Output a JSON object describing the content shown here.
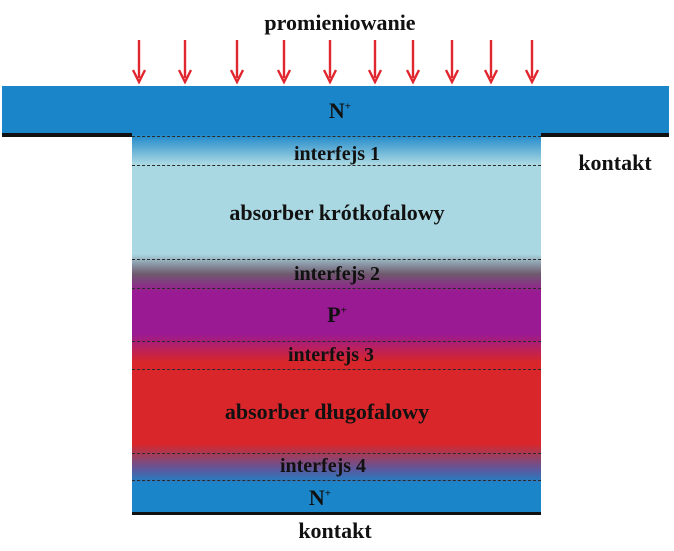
{
  "title": "promieniowanie",
  "contact_right": "kontakt",
  "contact_bottom": "kontakt",
  "layers": {
    "top_n": "N",
    "top_n_sup": "+",
    "interface1": "interfejs 1",
    "short_absorber": "absorber krótkofalowy",
    "interface2": "interfejs 2",
    "p_layer": "P",
    "p_layer_sup": "+",
    "interface3": "interfejs 3",
    "long_absorber": "absorber długofalowy",
    "interface4": "interfejs 4",
    "bottom_n": "N",
    "bottom_n_sup": "+"
  },
  "colors": {
    "n_blue": "#1a86c9",
    "short_absorber": "#a9d8e2",
    "p_purple": "#9a1a93",
    "long_absorber": "#d8262a",
    "arrow": "#e0262e"
  }
}
